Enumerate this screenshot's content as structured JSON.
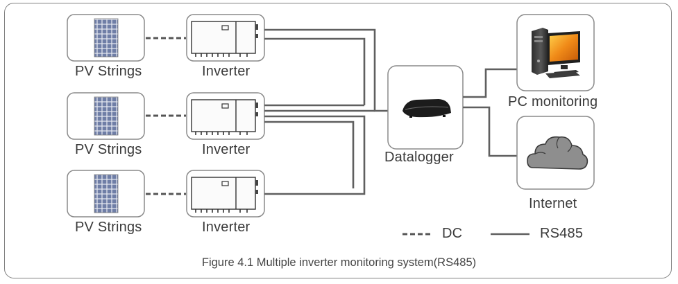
{
  "pv_label": "PV Strings",
  "inverter_label": "Inverter",
  "datalogger_label": "Datalogger",
  "pc_label": "PC monitoring",
  "internet_label": "Internet",
  "legend": {
    "dc": "DC",
    "rs485": "RS485"
  },
  "caption": "Figure 4.1 Multiple inverter monitoring system(RS485)",
  "colors": {
    "line": "#5f5f5f",
    "panel": "#6f7ea6",
    "box_border": "#8a8a8a",
    "frame": "#808080"
  }
}
